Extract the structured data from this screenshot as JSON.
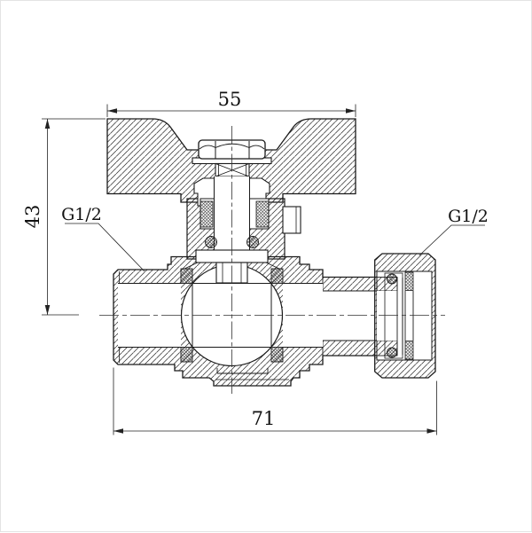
{
  "drawing": {
    "type": "technical-drawing",
    "subject": "ball valve cross-section with butterfly handle",
    "dim_top": "55",
    "dim_left": "43",
    "dim_bottom": "71",
    "thread_left": "G1/2",
    "thread_right": "G1/2",
    "line_color": "#1a1a1a",
    "background": "#ffffff"
  }
}
